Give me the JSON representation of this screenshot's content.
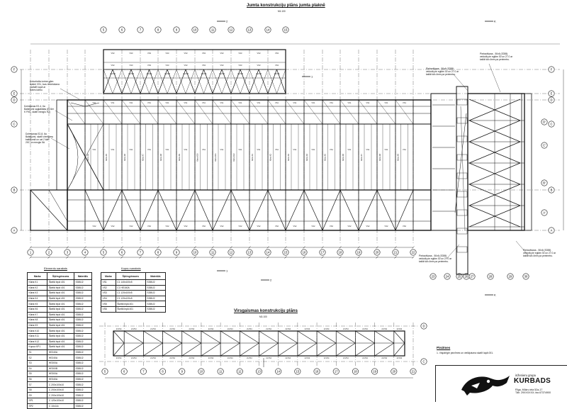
{
  "titles": {
    "roof_plan": "Jumta konstrukciju plāns jumta plaknē",
    "roof_plan_scale": "M1:100",
    "crane_plan": "Virsgaismas konstrukciju plāns",
    "crane_plan_scale": "M1:100"
  },
  "axes": {
    "columns": [
      "1",
      "2",
      "3",
      "4",
      "5",
      "6",
      "7",
      "8",
      "9",
      "10",
      "11",
      "12",
      "13",
      "14",
      "15",
      "16",
      "17",
      "18",
      "19",
      "20",
      "21",
      "22"
    ],
    "right_columns": [
      "23",
      "24",
      "25",
      "26",
      "27",
      "28",
      "29",
      "30"
    ],
    "top_columns": [
      "5",
      "6",
      "7",
      "8",
      "9",
      "10",
      "11",
      "12",
      "13",
      "14",
      "15"
    ],
    "crane_columns": [
      "5",
      "6",
      "7",
      "8",
      "9",
      "10",
      "11",
      "12",
      "13",
      "14",
      "15",
      "16",
      "17",
      "18",
      "19",
      "20",
      "21"
    ],
    "rows": [
      "A",
      "B",
      "C",
      "D",
      "E",
      "F"
    ],
    "right_rows": [
      "A'",
      "B'",
      "C'",
      "D'"
    ]
  },
  "section_marks": [
    "1",
    "1",
    "2",
    "2",
    "K",
    "K"
  ],
  "callouts": [
    "Enkurbolta izvirze gām\nspārei VS1, kuru izvietošana\nparādīt kopā ar\nKāres kārbu",
    "Dzimšanas E2-4, 6a\nBalstījumi saglabātas (E24er\nK FKE, skatīt mezglu H2)",
    "Dzimšanas E2-8, 6a\nBalstījumi, skatīt zīmējumu\nbaltājumā un uzt 2 kārt\n20C un mezglu 5A",
    "Pieborāšana - 50x6 (S355)\nveidotā pie eglām 30 un 27.0 ar\nkaltāt kā=4mm pa perimetru.",
    "Pieborāšana - 50x6 (S355)\nveidotā pie eglām 30 un 27.0 ar\nkaltāt kā=4mm pa perimetru.",
    "Pieborāšana - 50x6 (S355)\nveidotā pie eglām 30 un 27.0 ar\nkaltāt kā=4mm pa perimetru.",
    "Pieborāšana - 50x6 (S355)\nveidotā pie eglām 30 un 27.0 ar\nkaltāt kā=4mm pa perimetru."
  ],
  "table_trusses": {
    "caption": "Elementu saraksts",
    "headers": [
      "Marka",
      "Šķērsgriezums",
      "Materiāls"
    ],
    "rows": [
      [
        "Kārta K1",
        "Šķeltā lepā 401",
        "S355J2"
      ],
      [
        "Kārta K2",
        "Šķeltā lepā 401",
        "S355J2"
      ],
      [
        "Kārta K3",
        "Šķeltā lepā 401",
        "S355J2"
      ],
      [
        "Kārta K4",
        "Šķeltā lepā 401",
        "S355J2"
      ],
      [
        "Kārta K5",
        "Šķeltā lepā 401",
        "S355J2"
      ],
      [
        "Kārta K6",
        "Šķeltā lepā 401",
        "S355J2"
      ],
      [
        "Kārta K7",
        "Šķeltā lepā 401",
        "S355J2"
      ],
      [
        "Kārta K8",
        "Šķeltā lepā 401",
        "S355J2"
      ],
      [
        "Kārta K9",
        "Šķeltā lepā 401",
        "S355J2"
      ],
      [
        "Kārta K10",
        "Šķeltā lepā 401",
        "S355J2"
      ],
      [
        "Kārta K11",
        "Šķeltā lepā 401",
        "S355J2"
      ],
      [
        "Kārta K12",
        "Šķeltā lepā 401",
        "S355J2"
      ],
      [
        "Kopņa KP1",
        "Šķeltā lepā 401",
        "S355J2"
      ],
      [
        "S1",
        "HE240A",
        "S355J2"
      ],
      [
        "S2",
        "HE240A",
        "S355J2"
      ],
      [
        "S3",
        "HE300A",
        "S355J2"
      ],
      [
        "S4",
        "HE300B",
        "S355J2"
      ],
      [
        "S5",
        "HE300A",
        "S355J2"
      ],
      [
        "S6",
        "HE340A",
        "S355J2"
      ],
      [
        "S7",
        "C 200x100x10",
        "S355J2"
      ],
      [
        "S8",
        "C 200x100x10",
        "S355J2"
      ],
      [
        "S9",
        "C 200x100x10",
        "S355J2"
      ],
      [
        "SP1",
        "C 120x100x10",
        "S355J2"
      ],
      [
        "SP2",
        "C 10x14x",
        "S355J2"
      ]
    ]
  },
  "table_purlins": {
    "caption": "Kopņu saraksts",
    "headers": [
      "Marka",
      "Šķērsgriezums",
      "Materiāls"
    ],
    "rows": [
      [
        "VS1",
        "C1 140x100x5",
        "S355J2"
      ],
      [
        "VS2",
        "C1 HE160A",
        "S355J2"
      ],
      [
        "VS3",
        "C1 120x100x5",
        "S355J2"
      ],
      [
        "VS4",
        "C1 120x120x5",
        "S355J2"
      ],
      [
        "VS5",
        "Šķeltā lepā 401",
        "S355J2"
      ],
      [
        "VS6",
        "Šķeltā lepā 401",
        "S355J2"
      ]
    ]
  },
  "notes": {
    "heading": "Piezīmes",
    "items": [
      "1. Vispārīgie piezīmes un vielājutuma skatīt lapā 001."
    ]
  },
  "stamp": {
    "company_line": "inženieru grupa",
    "company_name": "KURBADS",
    "address": "Rīga, Mūkru iela 52a-17\nTālr. 29XXXXXX; fax.67374900"
  }
}
